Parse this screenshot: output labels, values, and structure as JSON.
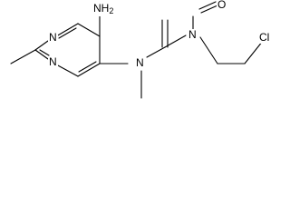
{
  "molecule": {
    "atoms": {
      "n_ring_top": "N",
      "n_ring_bottom": "N",
      "nh2": "NH",
      "nh2_sub": "2",
      "n_amide": "N",
      "n_nitroso": "N",
      "o_nitroso": "O",
      "cl": "Cl"
    }
  },
  "colors": {
    "ink": "#000000",
    "background": "#ffffff"
  }
}
